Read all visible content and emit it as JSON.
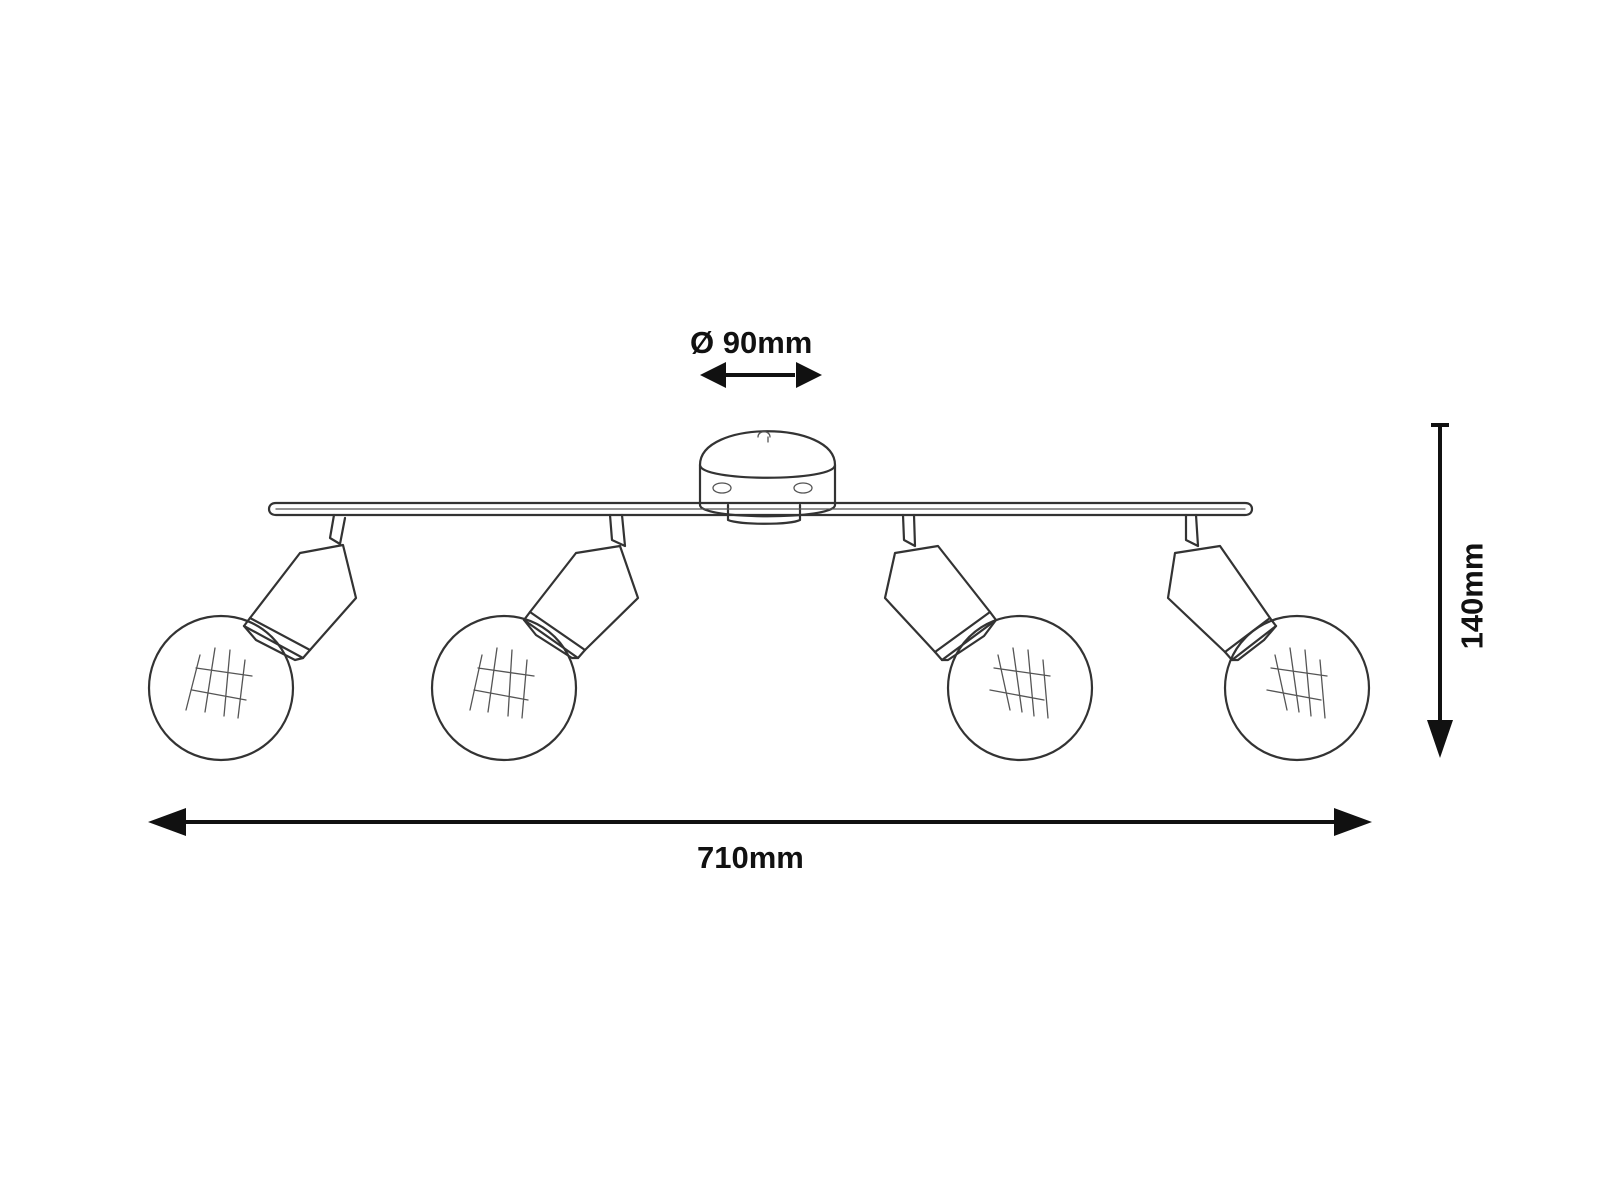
{
  "drawing": {
    "product": "4-light ceiling spotlight bar",
    "dimensions": {
      "canopy_diameter": "Ø 90mm",
      "overall_width": "710mm",
      "overall_height": "140mm"
    },
    "spot_count": 4,
    "line_color": "#333333",
    "dimension_color": "#111111"
  }
}
